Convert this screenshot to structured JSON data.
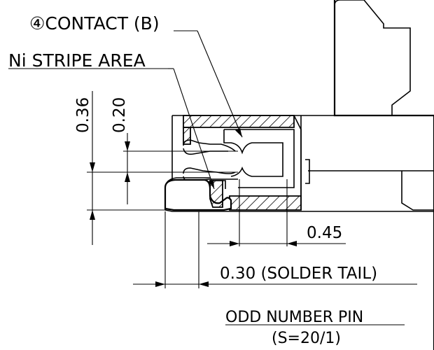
{
  "labels": {
    "contact": "④CONTACT (B)",
    "ni_stripe": "Ni STRIPE AREA",
    "dim_036": "0.36",
    "dim_020": "0.20",
    "dim_045": "0.45",
    "dim_030": "0.30 (SOLDER TAIL)",
    "title": "ODD NUMBER PIN",
    "scale": "(S=20/1)"
  }
}
